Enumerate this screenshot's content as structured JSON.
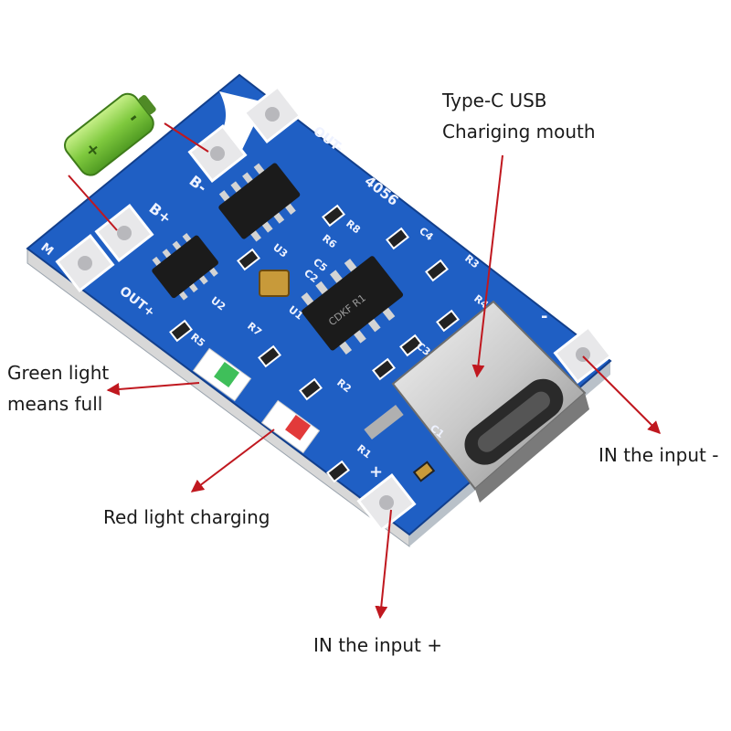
{
  "callouts": {
    "usb_line1": "Type-C USB",
    "usb_line2": "Chariging mouth",
    "green_line1": "Green light",
    "green_line2": "means full",
    "red_light": "Red light charging",
    "in_minus": "IN the input -",
    "in_plus": "IN the input +"
  },
  "board": {
    "battery_plus": "+",
    "battery_minus": "-",
    "b_minus": "B-",
    "b_plus": "B+",
    "out_minus": "OUT-",
    "out_plus": "OUT+",
    "ic_code": "4056",
    "pad_minus": "-",
    "pad_plus": "+",
    "m": "M",
    "r1": "R1",
    "r2": "R2",
    "r3": "R3",
    "r4": "R4",
    "r5": "R5",
    "r6": "R6",
    "r7": "R7",
    "r8": "R8",
    "c1": "C1",
    "c2": "C2",
    "c3": "C3",
    "c4": "C4",
    "c5": "C5",
    "u1": "U1",
    "u2": "U2",
    "u3": "U3",
    "chip_text": "CDKF R1"
  },
  "colors": {
    "pcb_blue": "#1f5fc4",
    "arrow_red": "#c0181f",
    "battery_green": "#8fd44a",
    "led_red": "#e23a3a",
    "led_green": "#3fbf5a"
  }
}
